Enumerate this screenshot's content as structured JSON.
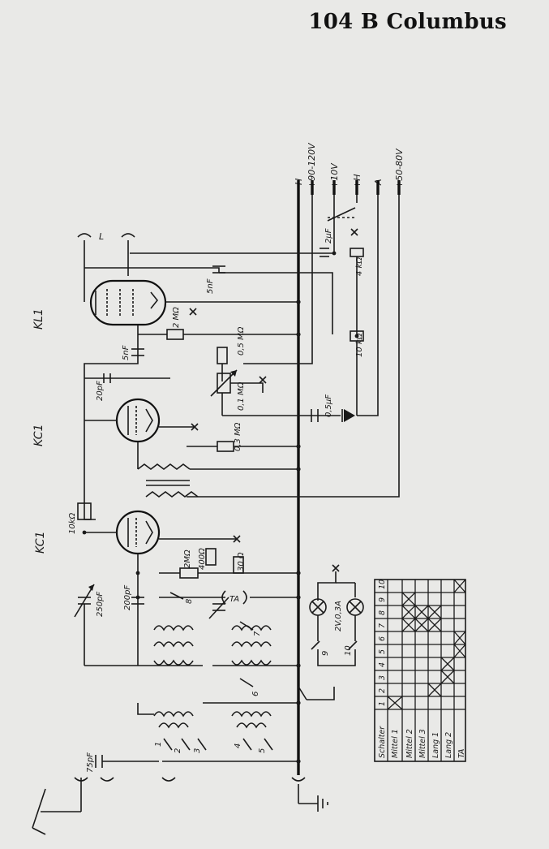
{
  "header": {
    "title": "104 B Columbus"
  },
  "tubes": [
    "KL1",
    "KC1",
    "KC1"
  ],
  "supply_terminals": [
    "-H",
    "+90-120V",
    "+10V",
    "+H",
    "-A",
    "+50-80V"
  ],
  "components": {
    "c_5nf_top": "5nF",
    "c_2uf": "2µF",
    "r_4k": "4 kΩ",
    "r_2m": "2 MΩ",
    "c_5nf": "5nF",
    "r_10k_supply": "10 kΩ",
    "r_05m": "0,5 MΩ",
    "c_20pf": "20pF",
    "r_01m": "0,1 MΩ",
    "c_05uf": "0,5µF",
    "r_03m": "0,3 MΩ",
    "r_10k": "10kΩ",
    "r_2m_b": "2MΩ",
    "r_400": "400Ω",
    "r_30": "30 Ω",
    "c_250pf": "250pF",
    "c_200pf": "200pF",
    "ta": "TA",
    "lamp": "2V,0,3A",
    "c_75pf": "75pF",
    "speaker": "L"
  },
  "switches": [
    "1",
    "2",
    "3",
    "4",
    "5",
    "6",
    "7",
    "8",
    "9",
    "10"
  ],
  "switch_table": {
    "header_label": "Schalter",
    "columns": [
      "1",
      "2",
      "3",
      "4",
      "5",
      "6",
      "7",
      "8",
      "9",
      "10"
    ],
    "rows": [
      {
        "label": "Mittel 1",
        "on": [
          1
        ]
      },
      {
        "label": "Mittel 2",
        "on": [
          7,
          8,
          9
        ]
      },
      {
        "label": "Mittel 3",
        "on": [
          7,
          8
        ]
      },
      {
        "label": "Lang 1",
        "on": [
          2,
          7,
          8
        ]
      },
      {
        "label": "Lang 2",
        "on": [
          3,
          4
        ]
      },
      {
        "label": "TA",
        "on": [
          5,
          6,
          10
        ]
      }
    ]
  }
}
